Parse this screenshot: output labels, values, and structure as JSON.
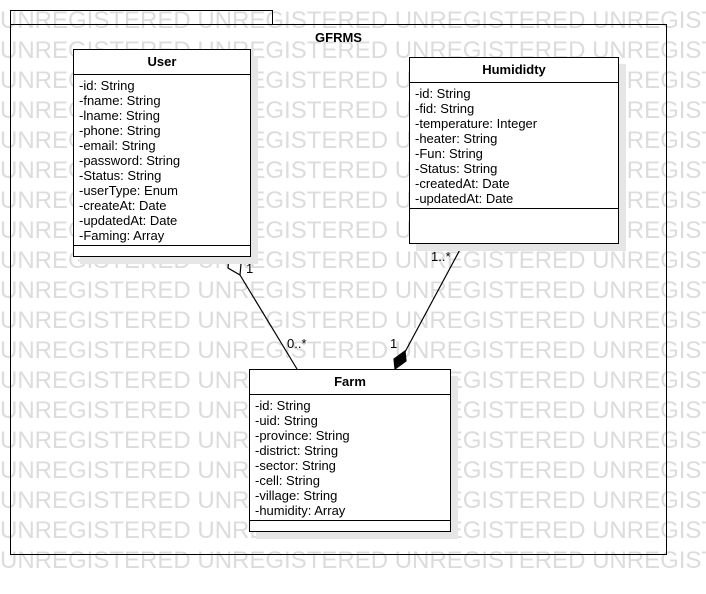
{
  "watermark": "UNREGISTERED UNREGISTERED UNREGISTERED UNREGISTERED",
  "package": {
    "name": "GFRMS"
  },
  "classes": {
    "user": {
      "name": "User",
      "attributes": [
        "-id: String",
        "-fname: String",
        "-lname: String",
        "-phone: String",
        "-email: String",
        "-password: String",
        "-Status: String",
        "-userType: Enum",
        "-createAt: Date",
        "-updatedAt: Date",
        "-Faming: Array"
      ]
    },
    "humidity": {
      "name": "Humididty",
      "attributes": [
        "-id: String",
        "-fid: String",
        "-temperature: Integer",
        "-heater: String",
        "-Fun: String",
        "-Status: String",
        "-createdAt: Date",
        "-updatedAt: Date"
      ]
    },
    "farm": {
      "name": "Farm",
      "attributes": [
        "-id: String",
        "-uid: String",
        "-province: String",
        "-district: String",
        "-sector: String",
        "-cell: String",
        "-village: String",
        "-humidity: Array"
      ]
    }
  },
  "associations": {
    "user_farm": {
      "kind": "aggregation",
      "user_end": "1",
      "farm_end": "0..*"
    },
    "humidity_farm": {
      "kind": "composition",
      "humidity_end": "1..*",
      "farm_end": "1"
    }
  }
}
